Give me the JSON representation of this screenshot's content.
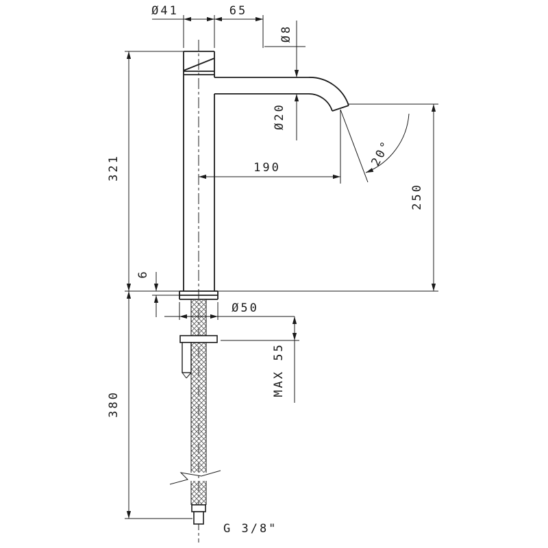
{
  "drawing": {
    "background": "#ffffff",
    "line_color": "#1a1a1a",
    "dimensions": {
      "handle_diameter": "Ø41",
      "top_offset": "65",
      "outlet_diameter": "Ø8",
      "spout_diameter": "Ø20",
      "spout_reach": "190",
      "stream_angle": "20°",
      "spout_height": "250",
      "body_height": "321",
      "base_plate_thickness": "6",
      "base_diameter": "Ø50",
      "max_mounting_thickness": "MAX 55",
      "hose_length": "380",
      "thread_label": "G 3/8\""
    }
  }
}
